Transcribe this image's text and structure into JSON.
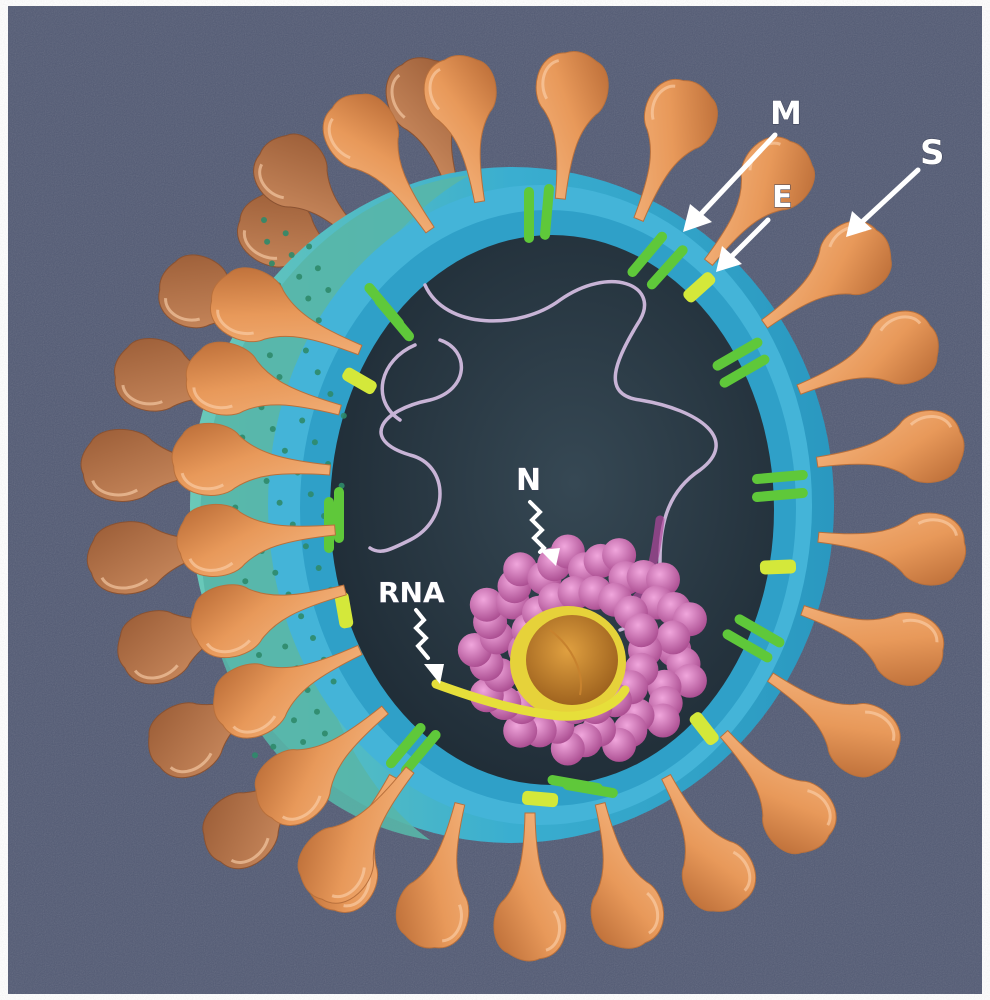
{
  "labels": {
    "m": "M",
    "e": "E",
    "s": "S",
    "n": "N",
    "rna": "RNA"
  },
  "colors": {
    "background": "#525a74",
    "spike": "#e8995a",
    "envelope": "#3aaed0",
    "interior": "#2a3a45",
    "membrane_protein": "#5fc83a",
    "envelope_protein": "#d4e83a",
    "nucleocapsid": "#d979c0",
    "rna_strand": "#e6df3a",
    "genome_line": "#c8b4d6"
  }
}
